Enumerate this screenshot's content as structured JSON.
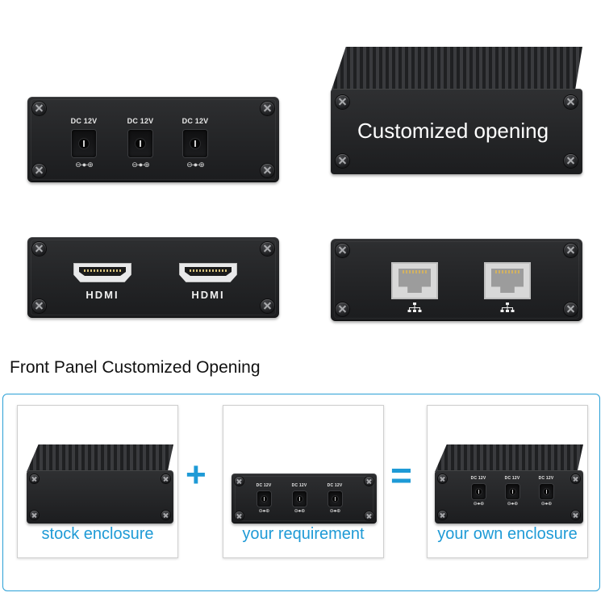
{
  "panels": {
    "dc_jacks": [
      {
        "label": "DC 12V",
        "symbol": "⊖-●-⊕"
      },
      {
        "label": "DC 12V",
        "symbol": "⊖-●-⊕"
      },
      {
        "label": "DC 12V",
        "symbol": "⊖-●-⊕"
      }
    ],
    "customized_opening_text": "Customized opening",
    "hdmi_ports": [
      {
        "label": "HDMI"
      },
      {
        "label": "HDMI"
      }
    ],
    "network_ports": [
      {
        "icon": "network-icon"
      },
      {
        "icon": "network-icon"
      }
    ]
  },
  "section": {
    "title": "Front Panel Customized Opening",
    "plus": "+",
    "equals": "=",
    "cards": [
      {
        "caption": "stock enclosure"
      },
      {
        "caption": "your requirement",
        "jack_label": "DC 12V",
        "jack_symbol": "⊖-●-⊕"
      },
      {
        "caption": "your own enclosure",
        "jack_label": "DC 12V",
        "jack_symbol": "⊖-●-⊕"
      }
    ]
  },
  "colors": {
    "accent": "#1e9ad6",
    "panel": "#232426",
    "frame_border": "#2aa0d6"
  }
}
